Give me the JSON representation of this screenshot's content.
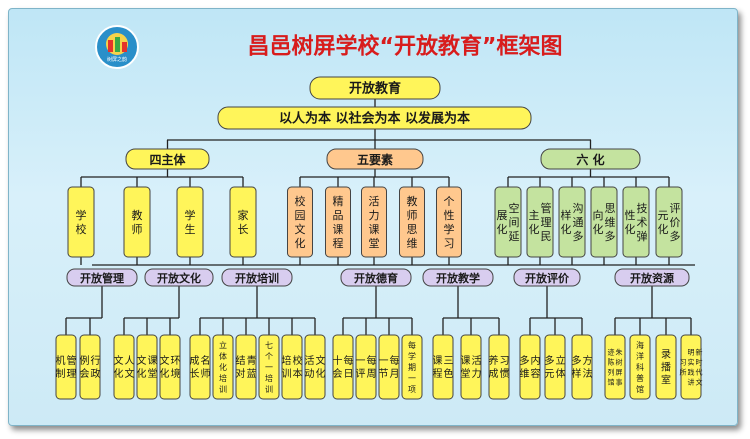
{
  "title": "昌邑树屏学校“开放教育”框架图",
  "logo": {
    "text": "树屏之韵"
  },
  "colors": {
    "yellow": "#fff55a",
    "peach": "#ffc88e",
    "green": "#c4e39f",
    "lavender": "#d8cdef",
    "title_red": "#d81c1c"
  },
  "root": "开放教育",
  "principle": "以人为本 以社会为本 以发展为本",
  "groups": [
    {
      "label": "四主体",
      "items": [
        "学校",
        "教师",
        "学生",
        "家长"
      ]
    },
    {
      "label": "五要素",
      "items": [
        "校园文化",
        "精品课程",
        "活力课堂",
        "教师思维",
        "个性学习"
      ]
    },
    {
      "label": "六 化",
      "items": [
        "空间延展化",
        "管理民主化",
        "沟通多样化",
        "思维多向化",
        "技术弹性化",
        "评价多元化"
      ]
    }
  ],
  "tier4": [
    {
      "label": "开放管理",
      "subs": [
        "管理机制",
        "行政例会"
      ]
    },
    {
      "label": "开放文化",
      "subs": [
        "人文文化",
        "课堂文化",
        "环境文化"
      ]
    },
    {
      "label": "开放培训",
      "subs": [
        "名师成长",
        "立体化培训",
        "青蓝结对",
        "七个一培训",
        "校本培训",
        "文化活动"
      ]
    },
    {
      "label": "开放德育",
      "subs": [
        "每日十会",
        "每周一评",
        "每月一节",
        "每学期一项"
      ]
    },
    {
      "label": "开放教学",
      "subs": [
        "三色课程",
        "活力课堂",
        "习惯养成"
      ]
    },
    {
      "label": "开放评价",
      "subs": [
        "内容多维",
        "立体多元",
        "方法多样"
      ]
    },
    {
      "label": "开放资源",
      "subs": [
        "朱树屏事迹陈列馆",
        "海洋科普馆",
        "录播室",
        "新时代文明实践讲习所"
      ]
    }
  ]
}
